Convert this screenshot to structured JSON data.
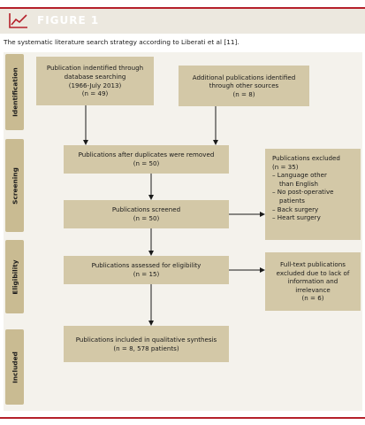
{
  "figure_label": "FIGURE 1",
  "caption": "The systematic literature search strategy according to Liberati et al [11].",
  "stages": {
    "identification": "Identification",
    "screening": "Screening",
    "eligibility": "Eligibility",
    "included": "Included"
  },
  "boxes": {
    "database_search": [
      "Publication indentified through",
      "database searching",
      "(1966-July 2013)",
      "(n = 49)"
    ],
    "other_sources": [
      "Additional publications identified",
      "through other sources",
      "(n = 8)"
    ],
    "duplicates_removed": [
      "Publications after duplicates were removed",
      "(n = 50)"
    ],
    "screened": [
      "Publications screened",
      "(n = 50)"
    ],
    "excluded": [
      "Publications excluded",
      "(n = 35)",
      "– Language other",
      "than English",
      "– No post-operative",
      "patients",
      "– Back surgery",
      "– Heart surgery"
    ],
    "eligibility": [
      "Publications assessed for eligibility",
      "(n = 15)"
    ],
    "fulltext_excluded": [
      "Full-text publications",
      "excluded due to lack of",
      "information and",
      "irrelevance",
      "(n = 6)"
    ],
    "included": [
      "Publications included in qualitative synthesis",
      "(n = 8, 578 patients)"
    ]
  },
  "colors": {
    "accent": "#b5202b",
    "box": "#d3c8a7",
    "stage": "#c9bb92",
    "panel": "#f4f2ec"
  },
  "icons": {
    "figure": "line-chart-icon"
  }
}
